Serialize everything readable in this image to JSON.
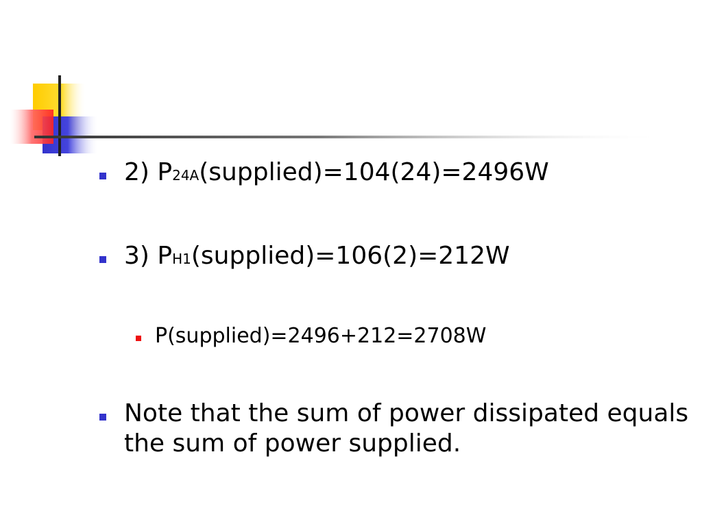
{
  "slide": {
    "items": [
      {
        "level": 1,
        "prefix": "2) P",
        "subscript": "24A",
        "suffix": "(supplied)=104(24)=2496W"
      },
      {
        "level": 1,
        "prefix": "3) P",
        "subscript": "H1",
        "suffix": "(supplied)=106(2)=212W"
      },
      {
        "level": 2,
        "text": "P(supplied)=2496+212=2708W"
      },
      {
        "level": 1,
        "text": "Note that the sum of power dissipated equals the sum of power supplied."
      }
    ],
    "colors": {
      "bullet_level1": "#3333cc",
      "bullet_level2": "#ee1111",
      "deco_yellow": "#ffcc00",
      "deco_red": "#ff3333",
      "deco_blue": "#3333cc"
    }
  }
}
